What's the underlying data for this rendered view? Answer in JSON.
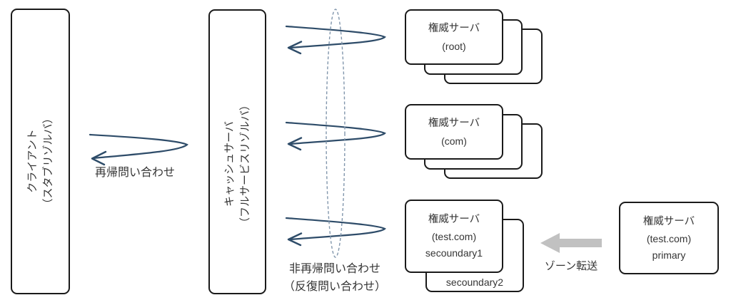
{
  "diagram": {
    "client_box": {
      "line1": "クライアント",
      "line2": "（スタブリゾルバ）"
    },
    "cache_box": {
      "line1": "キャッシュサーバ",
      "line2": "（フルサービスリゾルバ）"
    },
    "root_stack": {
      "line1": "権威サーバ",
      "line2": "(root)"
    },
    "com_stack": {
      "line1": "権威サーバ",
      "line2": "(com)"
    },
    "test_stack": {
      "line1": "権威サーバ",
      "line2": "(test.com)",
      "line3": "secoundary1",
      "back_label": "secoundary2"
    },
    "primary_box": {
      "line1": "権威サーバ",
      "line2": "(test.com)",
      "line3": "primary"
    },
    "labels": {
      "recursive_query": "再帰問い合わせ",
      "non_recursive_query": "非再帰問い合わせ",
      "iterative_query": "（反復問い合わせ）",
      "zone_transfer": "ゾーン転送"
    },
    "colors": {
      "arrow_blue": "#2e4c69",
      "ellipse_dash": "#8196ac",
      "zone_arrow_gray": "#c1c1c1",
      "box_border": "#1a1a1a",
      "text_color": "#353535"
    }
  }
}
